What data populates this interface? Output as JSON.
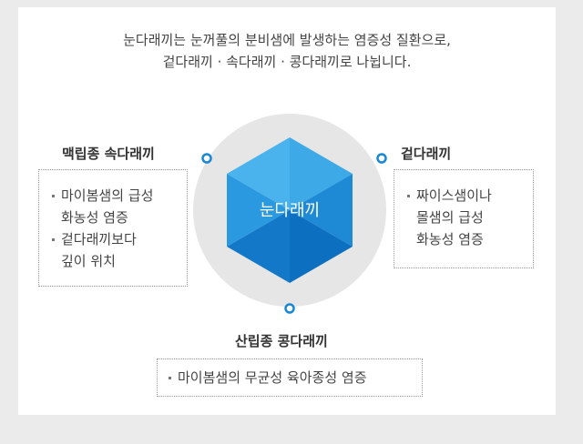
{
  "intro": {
    "line1": "눈다래끼는 눈꺼풀의 분비샘에 발생하는 염증성 질환으로,",
    "line2": "겉다래끼 · 속다래끼 · 콩다래끼로 나뉩니다."
  },
  "center": {
    "label": "눈다래끼"
  },
  "types": {
    "internal": {
      "title": "맥립종 속다래끼",
      "items": [
        {
          "lines": [
            "마이봄샘의 급성",
            "화농성 염증"
          ]
        },
        {
          "lines": [
            "겉다래끼보다",
            "깊이 위치"
          ]
        }
      ]
    },
    "external": {
      "title": "겉다래끼",
      "items": [
        {
          "lines": [
            "짜이스샘이나",
            "몰샘의 급성",
            "화농성 염증"
          ]
        }
      ]
    },
    "chalazion": {
      "title": "산립종 콩다래끼",
      "items": [
        {
          "lines": [
            "마이봄샘의 무균성 육아종성 염증"
          ]
        }
      ]
    }
  },
  "colors": {
    "hex_light": "#3aa7e6",
    "hex_dark": "#0d72c2",
    "ring": "#e6e6e6",
    "dot": "#1a87d4"
  }
}
